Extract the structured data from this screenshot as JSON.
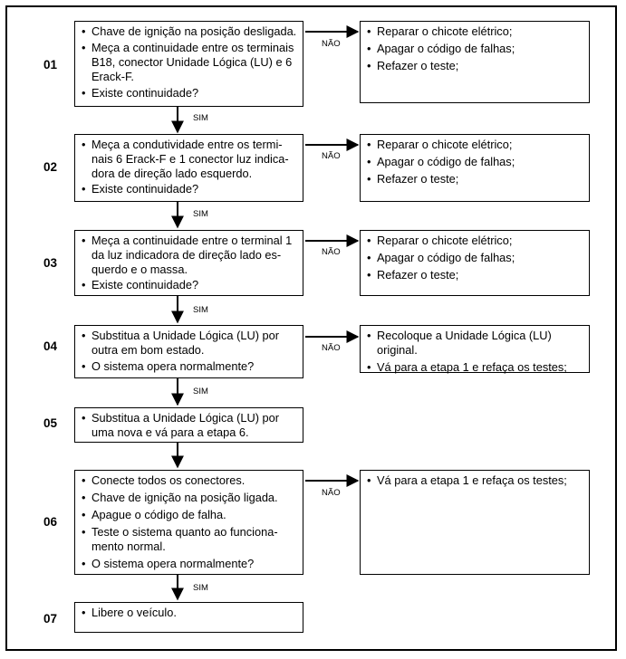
{
  "labels": {
    "yes": "SIM",
    "no": "NÃO"
  },
  "steps": [
    {
      "number": "01",
      "items": [
        "Chave de ignição na posição desligada.",
        "Meça a continuidade entre os terminais B18, conector Unidade Lógica (LU) e 6 Erack-F.",
        "Existe continuidade?"
      ],
      "no_actions": [
        "Reparar o chicote elétrico;",
        "Apagar o código de falhas;",
        "Refazer o teste;"
      ]
    },
    {
      "number": "02",
      "items": [
        "Meça a condutividade entre os termi-nais 6 Erack-F e 1 conector luz indica-dora de direção lado esquerdo.",
        "Existe continuidade?"
      ],
      "no_actions": [
        "Reparar o chicote elétrico;",
        "Apagar o código de falhas;",
        "Refazer o teste;"
      ]
    },
    {
      "number": "03",
      "items": [
        "Meça a continuidade entre o terminal 1 da luz indicadora de direção lado es-querdo e o massa.",
        "Existe continuidade?"
      ],
      "no_actions": [
        "Reparar o chicote elétrico;",
        "Apagar o código de falhas;",
        "Refazer o teste;"
      ]
    },
    {
      "number": "04",
      "items": [
        "Substitua a Unidade Lógica (LU) por outra em bom estado.",
        "O sistema opera normalmente?"
      ],
      "no_actions": [
        "Recoloque a Unidade Lógica (LU) original.",
        "Vá para a etapa 1 e refaça os testes;"
      ]
    },
    {
      "number": "05",
      "items": [
        "Substitua a Unidade Lógica (LU) por uma nova e vá para a etapa 6."
      ],
      "no_actions": []
    },
    {
      "number": "06",
      "items": [
        "Conecte todos os conectores.",
        "Chave de ignição na posição ligada.",
        "Apague o código de falha.",
        "Teste o sistema quanto ao funciona-mento normal.",
        "O sistema opera normalmente?"
      ],
      "no_actions": [
        "Vá para a etapa 1 e refaça os testes;"
      ]
    },
    {
      "number": "07",
      "items": [
        "Libere o veículo."
      ],
      "no_actions": []
    }
  ]
}
